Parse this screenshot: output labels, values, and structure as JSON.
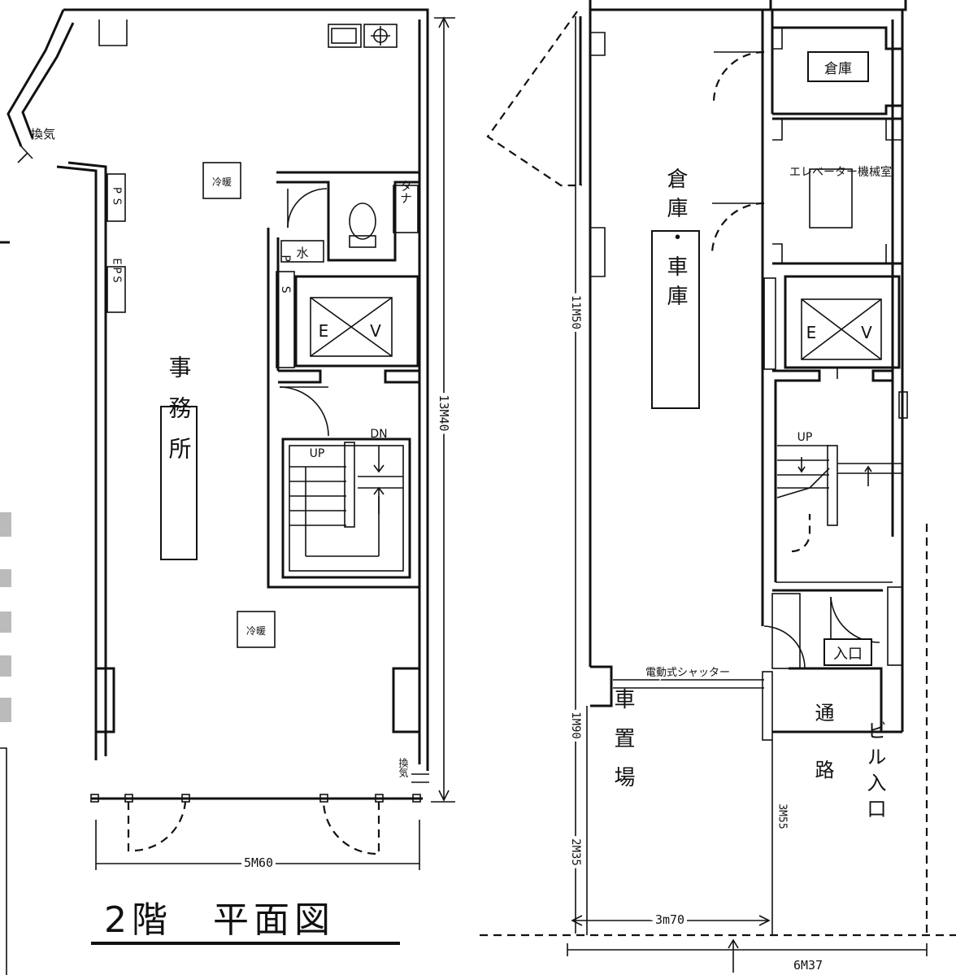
{
  "title": "2階　平面図",
  "left_plan": {
    "vent_top": "換気",
    "ps": "PS",
    "eps": "EPS",
    "ac": "冷暖",
    "ac_lower": "冷暖",
    "water": "水",
    "shelf": "タナ",
    "ps_right": "PS",
    "ev_e": "E",
    "ev_v": "V",
    "room": "事務所",
    "up": "UP",
    "dn": "DN",
    "vent_bottom": "換気",
    "dim_width": "5M60",
    "dim_height": "13M40"
  },
  "right_plan": {
    "storage": "倉庫",
    "elevator_machine_room": "エレベーター機械室",
    "storage_garage": "倉庫・車庫",
    "ev_e": "E",
    "ev_v": "V",
    "up": "UP",
    "entrance": "入口",
    "shutter": "電動式シャッター",
    "parking": "車置場",
    "passage": "通路",
    "building_entrance": "ビル入口",
    "dim_depth": "11M50",
    "dim_1m90": "1M90",
    "dim_2m35": "2M35",
    "dim_3m55": "3M55",
    "dim_3m70": "3m70",
    "dim_6m37": "6M37"
  }
}
